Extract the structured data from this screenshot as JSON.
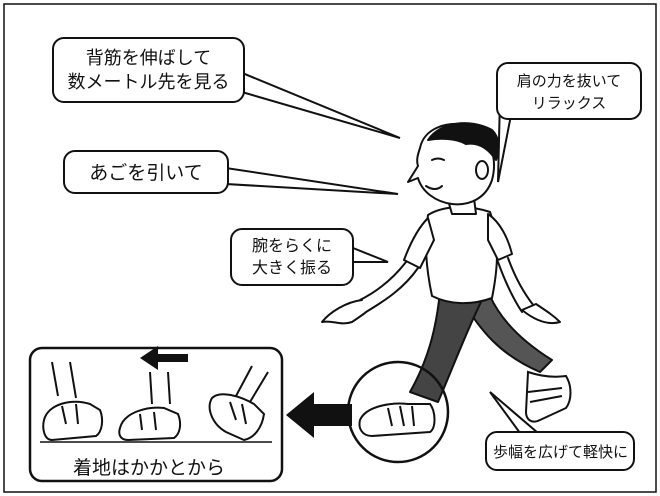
{
  "callouts": {
    "back": {
      "line1": "背筋を伸ばして",
      "line2": "数メートル先を見る"
    },
    "shoulder": {
      "line1": "肩の力を抜いて",
      "line2": "リラックス"
    },
    "chin": {
      "line1": "あごを引いて"
    },
    "arm": {
      "line1": "腕をらくに",
      "line2": "大きく振る"
    },
    "stride": {
      "line1": "歩幅を広げて軽快に"
    }
  },
  "heel_box": {
    "caption": "着地はかかとから"
  },
  "colors": {
    "ink": "#111111",
    "paper": "#ffffff",
    "pants": "#4a4a4a"
  },
  "icons": [
    "arrow-left-icon",
    "shoe-icon"
  ]
}
